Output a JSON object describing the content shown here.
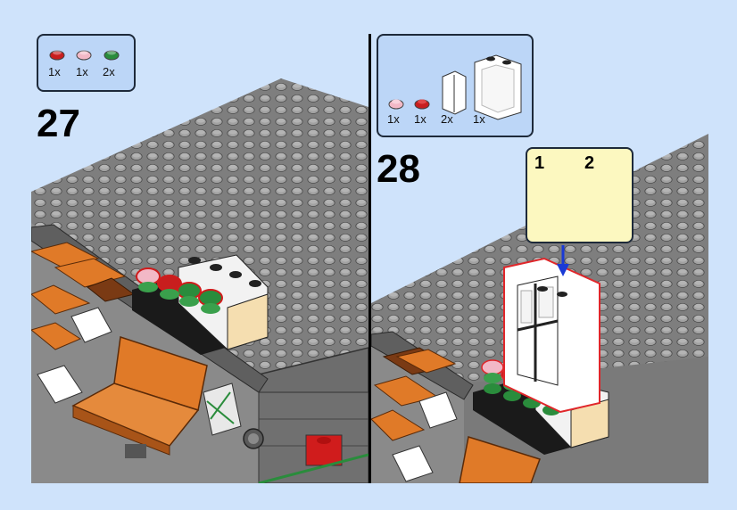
{
  "step27": {
    "number": "27",
    "parts": [
      {
        "qty": "1x",
        "color": "#c81e1e",
        "part": "round-plate-red"
      },
      {
        "qty": "1x",
        "color": "#f2b8c6",
        "part": "round-plate-pink"
      },
      {
        "qty": "2x",
        "color": "#2a8c3c",
        "part": "round-plate-green"
      }
    ]
  },
  "step28": {
    "number": "28",
    "parts": [
      {
        "qty": "1x",
        "color": "#f2b8c6",
        "part": "round-plate-pink"
      },
      {
        "qty": "1x",
        "color": "#c81e1e",
        "part": "round-plate-red"
      },
      {
        "qty": "2x",
        "color": "#ffffff",
        "part": "window-glass"
      },
      {
        "qty": "1x",
        "color": "#ffffff",
        "part": "window-frame"
      }
    ],
    "callout": {
      "sub_steps": [
        "1",
        "2"
      ]
    }
  },
  "colors": {
    "background": "#cfe3fb",
    "parts_box": "#bcd6f7",
    "callout_box": "#fcf8c0",
    "baseplate": "#7e7e7e",
    "stud": "#9a9a9a",
    "wall": "#6f6f6f",
    "orange": "#e07a28",
    "brown": "#7a3a14",
    "arrow": "#1a3ad6",
    "highlight": "#e0262a"
  }
}
